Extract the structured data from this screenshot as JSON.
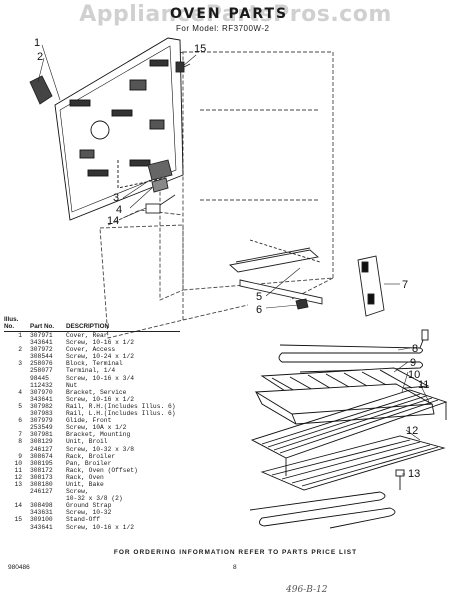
{
  "watermark": "AppliancePartsPros.com",
  "title": "OVEN PARTS",
  "model": "For Model: RF3700W-2",
  "callouts": [
    "1",
    "2",
    "15",
    "3",
    "4",
    "14",
    "5",
    "6",
    "7",
    "8",
    "9",
    "10",
    "11",
    "12",
    "13"
  ],
  "table": {
    "headers": {
      "illus": "Illus. No.",
      "part": "Part No.",
      "desc": "DESCRIPTION"
    },
    "rows": [
      {
        "illus": "1",
        "part": "307971",
        "desc": "Cover, Rear"
      },
      {
        "illus": "",
        "part": "343641",
        "desc": "Screw, 10-16 x 1/2"
      },
      {
        "illus": "2",
        "part": "307972",
        "desc": "Cover, Access"
      },
      {
        "illus": "",
        "part": "308544",
        "desc": "Screw, 10-24 x 1/2"
      },
      {
        "illus": "3",
        "part": "258076",
        "desc": "Block, Terminal"
      },
      {
        "illus": "",
        "part": "258077",
        "desc": "Terminal, 1/4"
      },
      {
        "illus": "",
        "part": "98445",
        "desc": "Screw, 10-16 x 3/4"
      },
      {
        "illus": "",
        "part": "112432",
        "desc": "Nut"
      },
      {
        "illus": "4",
        "part": "307970",
        "desc": "Bracket, Service"
      },
      {
        "illus": "",
        "part": "343641",
        "desc": "Screw, 10-16 x 1/2"
      },
      {
        "illus": "5",
        "part": "307982",
        "desc": "Rail, R.H.(Includes Illus. 6)"
      },
      {
        "illus": "",
        "part": "307983",
        "desc": "Rail, L.H.(Includes Illus. 6)"
      },
      {
        "illus": "6",
        "part": "307979",
        "desc": "Glide, Front"
      },
      {
        "illus": "",
        "part": "253549",
        "desc": "Screw, 10A x 1/2"
      },
      {
        "illus": "7",
        "part": "307981",
        "desc": "Bracket, Mounting"
      },
      {
        "illus": "8",
        "part": "308129",
        "desc": "Unit, Broil"
      },
      {
        "illus": "",
        "part": "246127",
        "desc": "Screw, 10-32 x 3/8"
      },
      {
        "illus": "9",
        "part": "308674",
        "desc": "Rack, Broiler"
      },
      {
        "illus": "10",
        "part": "308195",
        "desc": "Pan, Broiler"
      },
      {
        "illus": "11",
        "part": "308172",
        "desc": "Rack, Oven (Offset)"
      },
      {
        "illus": "12",
        "part": "308173",
        "desc": "Rack, Oven"
      },
      {
        "illus": "13",
        "part": "308180",
        "desc": "Unit, Bake"
      },
      {
        "illus": "",
        "part": "246127",
        "desc": "Screw,"
      },
      {
        "illus": "",
        "part": "",
        "desc": "10-32 x 3/8 (2)"
      },
      {
        "illus": "14",
        "part": "308498",
        "desc": "Ground Strap"
      },
      {
        "illus": "",
        "part": "343631",
        "desc": "Screw, 10-32"
      },
      {
        "illus": "15",
        "part": "309100",
        "desc": "Stand-Off"
      },
      {
        "illus": "",
        "part": "343641",
        "desc": "Screw, 10-16 x 1/2"
      }
    ]
  },
  "footer": "FOR ORDERING INFORMATION REFER TO PARTS PRICE LIST",
  "doc_number": "980486",
  "page_number": "8",
  "handwritten": "496-B-12"
}
